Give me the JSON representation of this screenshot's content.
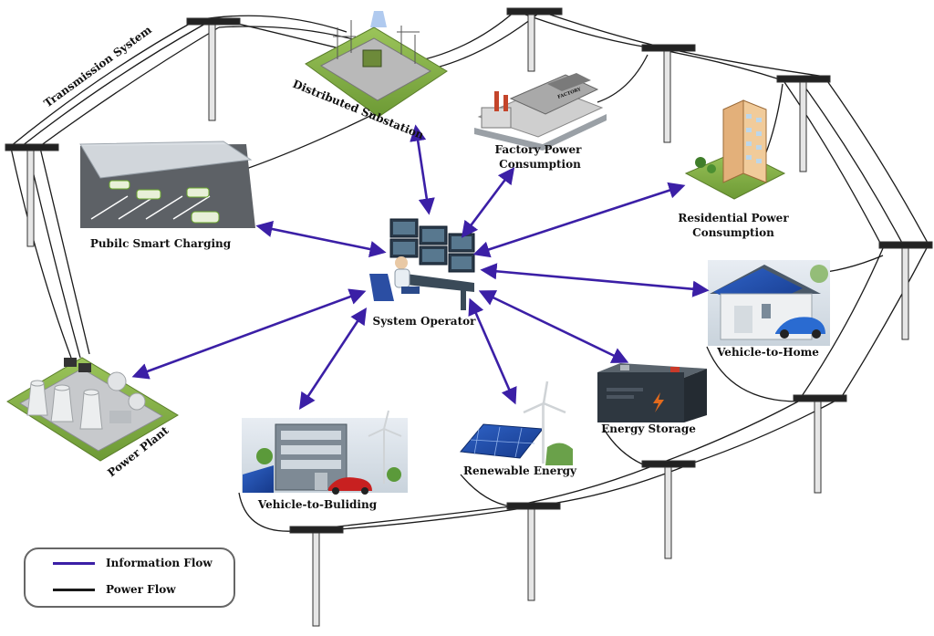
{
  "labels": {
    "transmission": "Transmission System",
    "substation": "Distributed Substation",
    "factory_l1": "Factory Power",
    "factory_l2": "Consumption",
    "residential_l1": "Residential Power",
    "residential_l2": "Consumption",
    "charging": "Pubilc Smart Charging",
    "operator": "System Operator",
    "v2h": "Vehicle-to-Home",
    "storage": "Energy Storage",
    "renewable": "Renewable Energy",
    "v2b": "Vehicle-to-Buliding",
    "power_plant": "Power Plant",
    "factory_sign": "FACTORY"
  },
  "legend": {
    "info_label": "Information Flow",
    "power_label": "Power Flow",
    "info_color": "#3b1fa6",
    "power_color": "#1a1a1a"
  }
}
